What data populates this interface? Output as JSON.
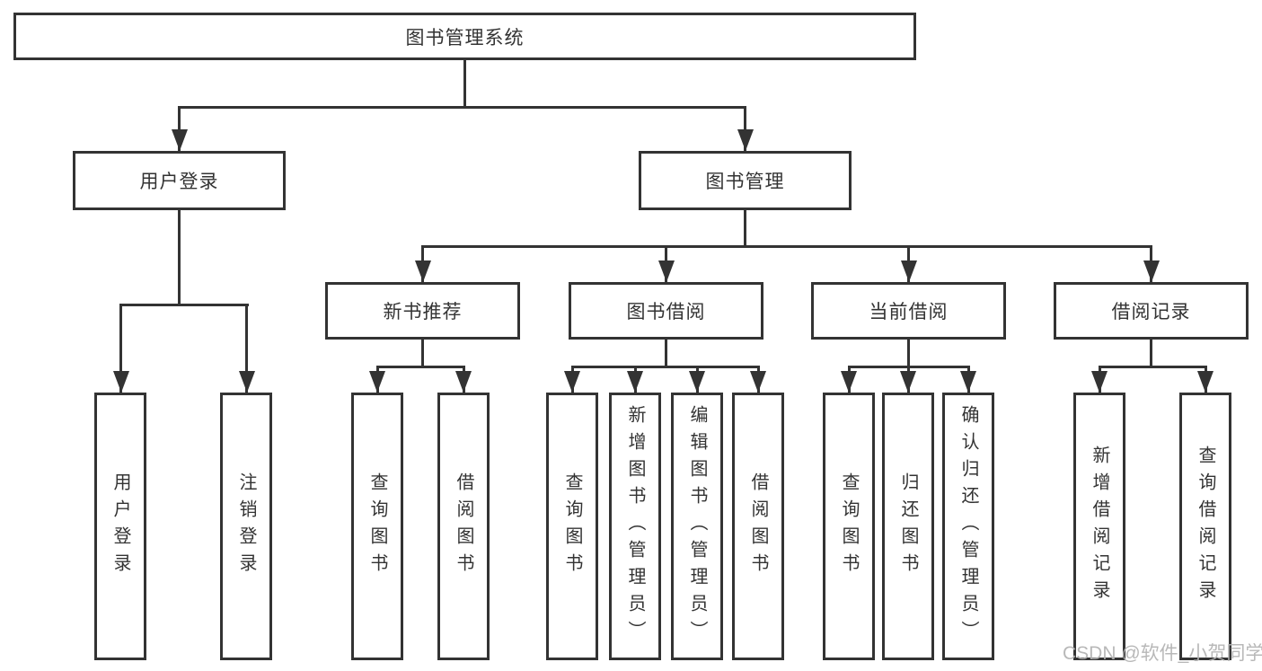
{
  "tree": {
    "root": "图书管理系统",
    "branches": [
      {
        "label": "用户登录",
        "leaves": [
          "用户登录",
          "注销登录"
        ]
      },
      {
        "label": "图书管理",
        "groups": [
          {
            "label": "新书推荐",
            "leaves": [
              "查询图书",
              "借阅图书"
            ]
          },
          {
            "label": "图书借阅",
            "leaves": [
              "查询图书",
              "新增图书（管理员）",
              "编辑图书（管理员）",
              "借阅图书"
            ]
          },
          {
            "label": "当前借阅",
            "leaves": [
              "查询图书",
              "归还图书",
              "确认归还（管理员）"
            ]
          },
          {
            "label": "借阅记录",
            "leaves": [
              "新增借阅记录",
              "查询借阅记录"
            ]
          }
        ]
      }
    ]
  },
  "watermark": {
    "text": "CSDN @软件_小贺同学"
  },
  "colors": {
    "line": "#333333",
    "text": "#333333",
    "box_background": "#ffffff",
    "watermark": "#b3b3b3"
  }
}
